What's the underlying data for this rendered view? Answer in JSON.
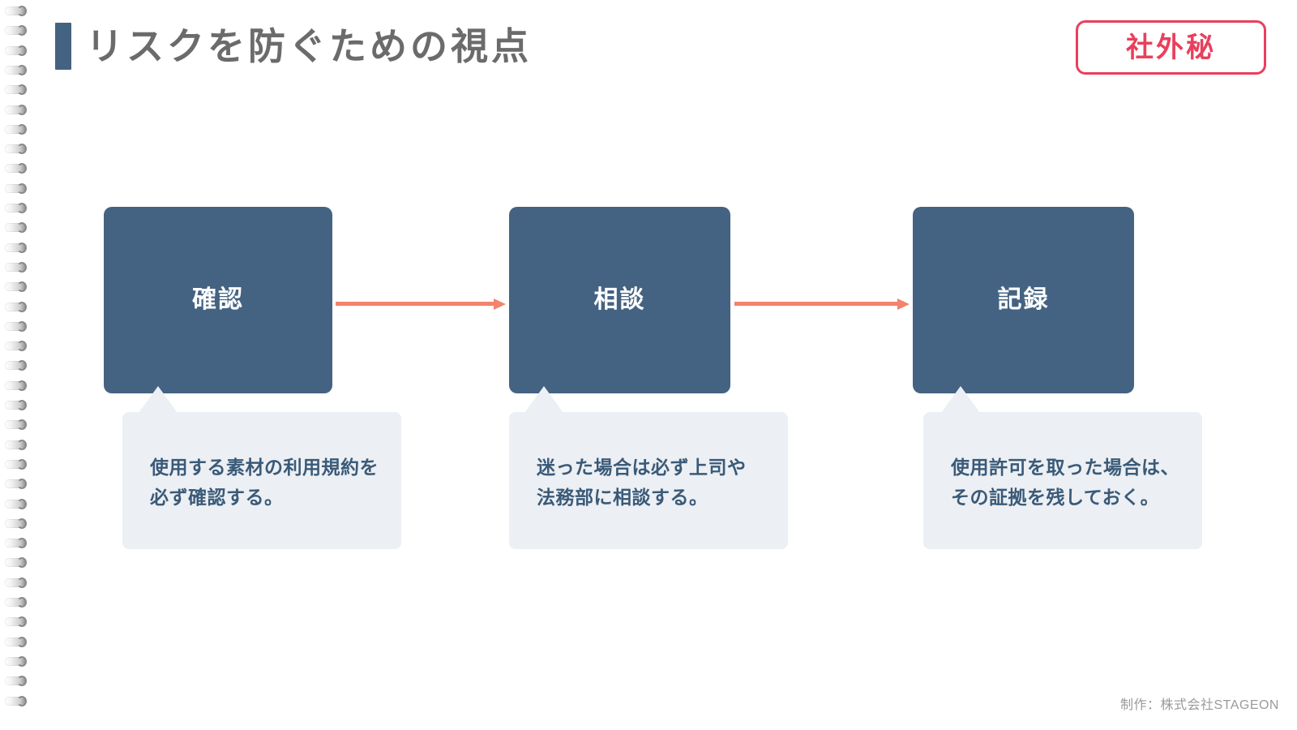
{
  "header": {
    "title": "リスクを防ぐための視点",
    "accent_color": "#446382",
    "badge": {
      "label": "社外秘",
      "color": "#E8405C"
    }
  },
  "flow": {
    "node_color": "#446382",
    "arrow_color": "#F2836C",
    "bubble_color": "#ECEFF3",
    "bubble_text_color": "#3A5A78",
    "steps": [
      {
        "label": "確認",
        "caption": "使用する素材の利用規約を\n必ず確認する。"
      },
      {
        "label": "相談",
        "caption": "迷った場合は必ず上司や\n法務部に相談する。"
      },
      {
        "label": "記録",
        "caption": "使用許可を取った場合は、\nその証拠を残しておく。"
      }
    ],
    "arrows": [
      "arrow-right-icon",
      "arrow-right-icon"
    ]
  },
  "footer": {
    "credit": "制作：株式会社STAGEON"
  },
  "binding": {
    "icon": "spiral-ring-icon",
    "ring_count": 36
  }
}
